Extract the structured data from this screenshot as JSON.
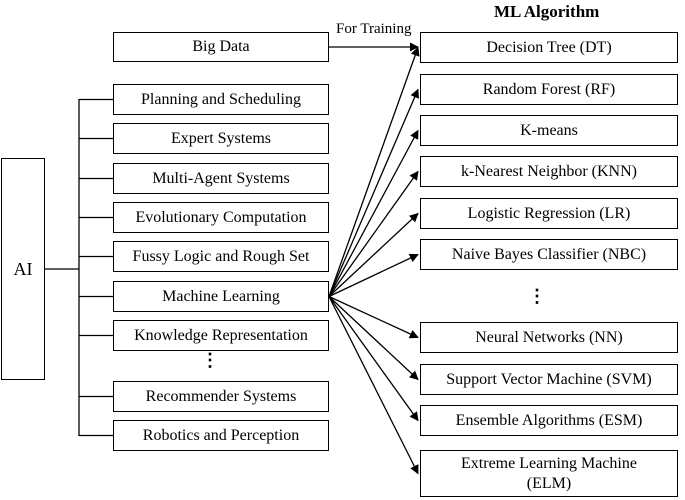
{
  "ai_label": "AI",
  "big_data_label": "Big Data",
  "training_label": "For Training",
  "ml_title": "ML Algorithm",
  "ellipsis": "⋮",
  "ai_fields": [
    "Planning and Scheduling",
    "Expert Systems",
    "Multi-Agent Systems",
    "Evolutionary Computation",
    "Fussy Logic and Rough Set",
    "Machine Learning",
    "Knowledge Representation",
    "Recommender Systems",
    "Robotics and Perception"
  ],
  "ml_algorithms": [
    "Decision Tree (DT)",
    "Random Forest (RF)",
    "K-means",
    "k-Nearest Neighbor (KNN)",
    "Logistic Regression (LR)",
    "Naive Bayes Classifier (NBC)",
    "Neural Networks (NN)",
    "Support Vector Machine (SVM)",
    "Ensemble Algorithms (ESM)",
    "Extreme Learning Machine (ELM)"
  ]
}
